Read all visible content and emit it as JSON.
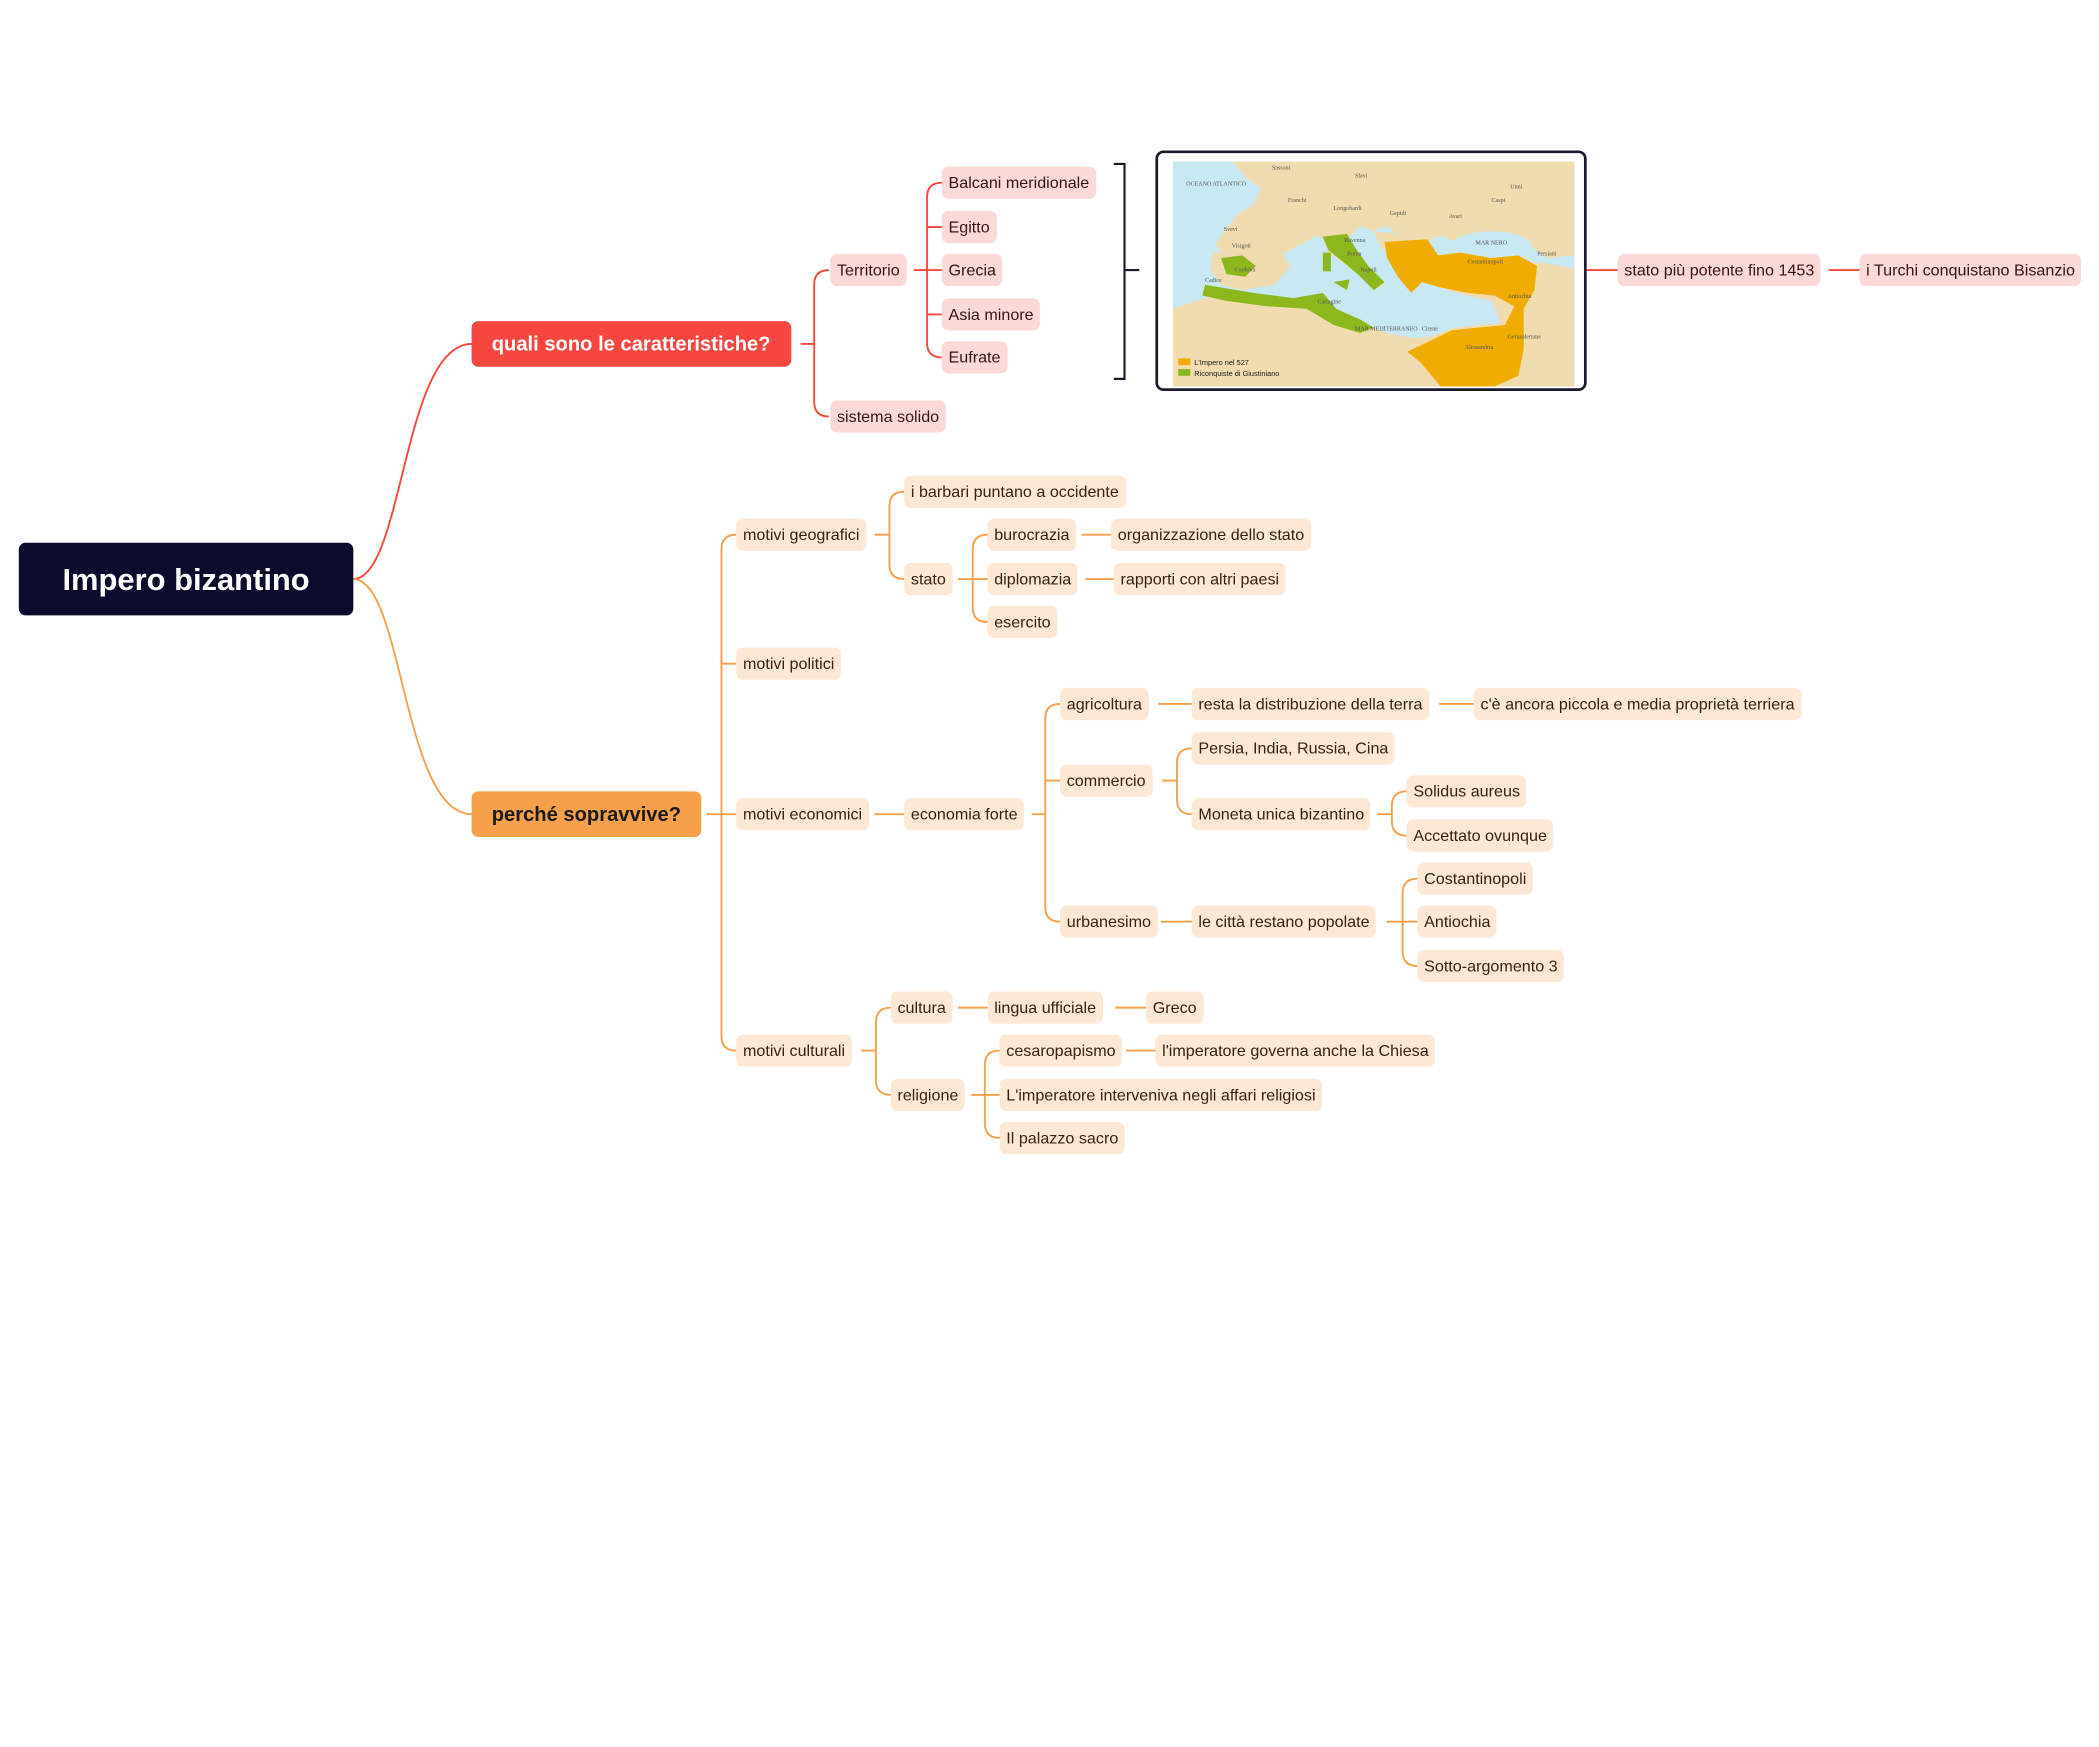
{
  "root": {
    "label": "Impero bizantino"
  },
  "branch_caratteristiche": {
    "label": "quali sono le caratteristiche?",
    "territorio": {
      "label": "Territorio",
      "items": [
        "Balcani meridionale",
        "Egitto",
        "Grecia",
        "Asia minore",
        "Eufrate"
      ]
    },
    "sistema": "sistema solido",
    "map": {
      "labels": [
        "OCEANO ATLANTICO",
        "Sassoni",
        "Slavi",
        "Franchi",
        "Longobardi",
        "Gepidi",
        "Avari",
        "Visigoti",
        "Svevi",
        "Cordova",
        "Cadice",
        "Ravenna",
        "Roma",
        "Napoli",
        "Cartagine",
        "Cirene",
        "Costantinopoli",
        "Antiochia",
        "Gerusalemme",
        "Alessandria",
        "MAR NERO",
        "MAR MEDITERRANEO",
        "Persiani",
        "Unni",
        "Caspi"
      ],
      "legend": [
        "L'Impero nel 527",
        "Riconquiste di Giustiniano"
      ]
    },
    "stato_potente": "stato più potente fino 1453",
    "turchi": "i Turchi conquistano Bisanzio"
  },
  "branch_sopravvive": {
    "label": "perché sopravvive?",
    "geografici": {
      "label": "motivi geografici",
      "barbari": "i barbari puntano a occidente",
      "stato": {
        "label": "stato",
        "burocrazia": "burocrazia",
        "organizzazione": "organizzazione dello stato",
        "diplomazia": "diplomazia",
        "rapporti": "rapporti con altri paesi",
        "esercito": "esercito"
      }
    },
    "politici": {
      "label": "motivi politici"
    },
    "economici": {
      "label": "motivi economici",
      "economia": "economia forte",
      "agricoltura": "agricoltura",
      "distribuzione": "resta la distribuzione della terra",
      "proprieta": "c'è ancora piccola e media proprietà terriera",
      "commercio": "commercio",
      "paesi": "Persia, India, Russia, Cina",
      "moneta": "Moneta unica bizantino",
      "solidus": "Solidus aureus",
      "accettato": "Accettato ovunque",
      "urbanesimo": "urbanesimo",
      "citta": "le città restano popolate",
      "costantinopoli": "Costantinopoli",
      "antiochia": "Antiochia",
      "sotto": "Sotto-argomento 3"
    },
    "culturali": {
      "label": "motivi culturali",
      "cultura": "cultura",
      "lingua": "lingua ufficiale",
      "greco": "Greco",
      "religione": "religione",
      "cesaropapismo": "cesaropapismo",
      "imperatore_chiesa": "l'imperatore governa anche la Chiesa",
      "imperatore_affari": "L'imperatore interveniva negli affari religiosi",
      "palazzo": "Il palazzo sacro"
    }
  },
  "colors": {
    "root": "#0b0b2b",
    "red": "#f5473f",
    "red_light": "#fbd9d8",
    "orange": "#f7a04b",
    "orange_light": "#fde7d5",
    "sea": "#c8e8f2",
    "land": "#f1dcb0",
    "empire": "#f0ad00",
    "reconquest": "#8cb81e"
  }
}
